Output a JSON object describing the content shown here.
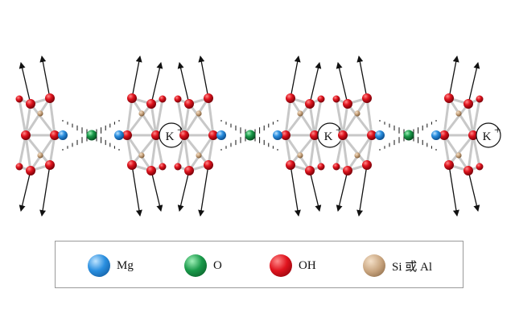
{
  "ion_label": "K",
  "ion_charge": "+",
  "legend": [
    {
      "label": "Mg",
      "color": "#2a8fe0",
      "icon": "mg-ball-icon"
    },
    {
      "label": "O",
      "color": "#1a9a4a",
      "icon": "o-ball-icon"
    },
    {
      "label": "OH",
      "color": "#e0141e",
      "icon": "oh-ball-icon"
    },
    {
      "label": "Si 或 Al",
      "color": "#c8a47e",
      "icon": "si-al-ball-icon"
    }
  ],
  "colors": {
    "mg": "#2a8fe0",
    "o": "#1a9a4a",
    "oh": "#e0141e",
    "si_al": "#c8a47e",
    "bond": "#c8c8c8",
    "arrow": "#111111"
  }
}
